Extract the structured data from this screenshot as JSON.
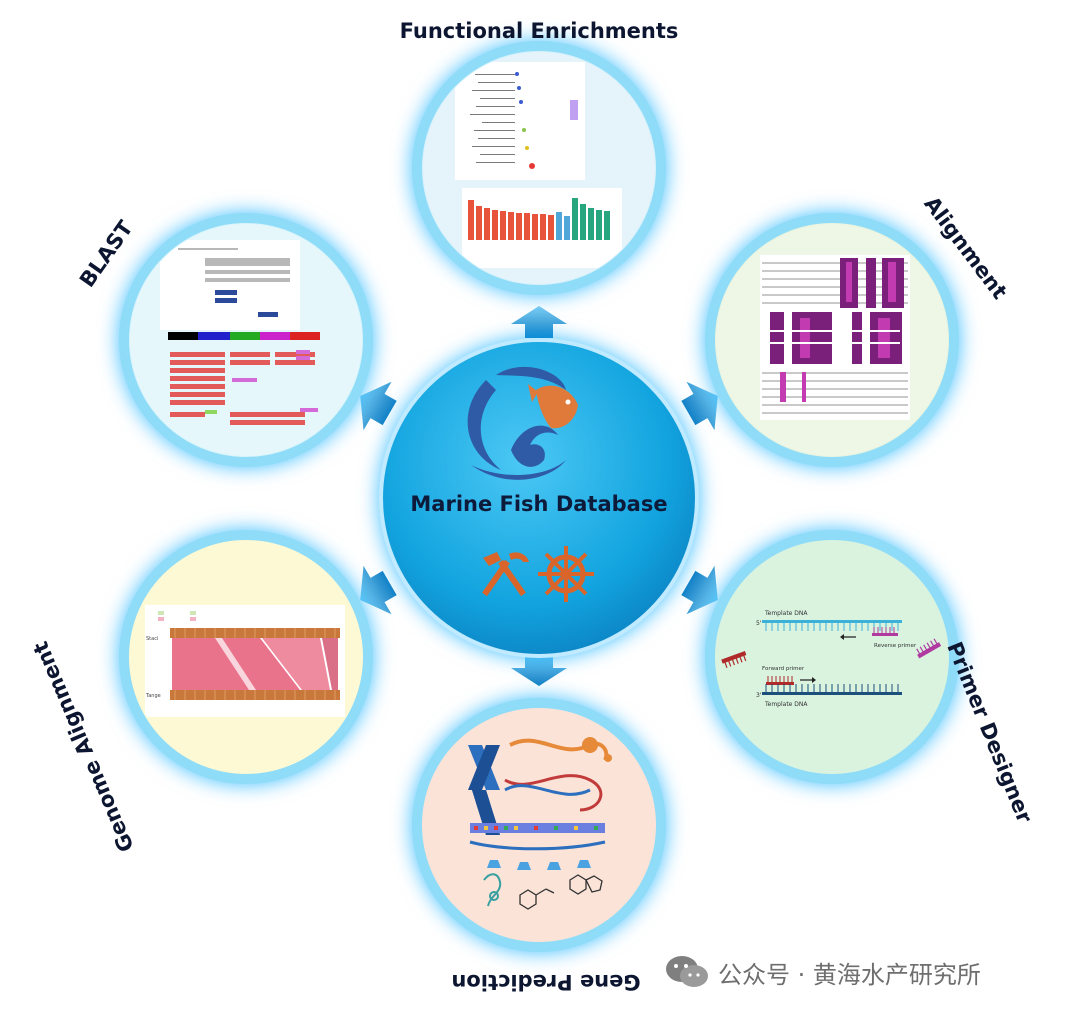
{
  "center": {
    "title": "Marine Fish Database",
    "icons": [
      "fish-wave-logo-icon",
      "hammer-pick-icon",
      "ship-wheel-icon"
    ]
  },
  "modules": [
    {
      "key": "functional",
      "label": "Functional Enrichments",
      "bg": "#e5f3fa"
    },
    {
      "key": "alignment",
      "label": "Alignment",
      "bg": "#e8f4df"
    },
    {
      "key": "primer",
      "label": "Primer Designer",
      "bg": "#d9f3df"
    },
    {
      "key": "gene",
      "label": "Gene Prediction",
      "bg": "#fbe3d8"
    },
    {
      "key": "genome",
      "label": "Genome Alignment",
      "bg": "#fdf9d4"
    },
    {
      "key": "blast",
      "label": "BLAST",
      "bg": "#d9f4fb"
    }
  ],
  "primer": {
    "template_top": "Template DNA",
    "template_bottom": "Template DNA",
    "reverse_primer": "Reverse primer",
    "forward_primer": "Forward primer",
    "end_5": "5'",
    "end_3": "3'"
  },
  "genome": {
    "top_label": "Staci",
    "bottom_label": "Tange"
  },
  "watermark": {
    "text": "公众号 · 黄海水产研究所"
  },
  "colors": {
    "ring": "#8fdcf8",
    "center_fill": "#15a9e3",
    "arrow": "#1a8bd0",
    "tool_orange": "#d9652a",
    "logo_blue": "#2f5aa5"
  }
}
